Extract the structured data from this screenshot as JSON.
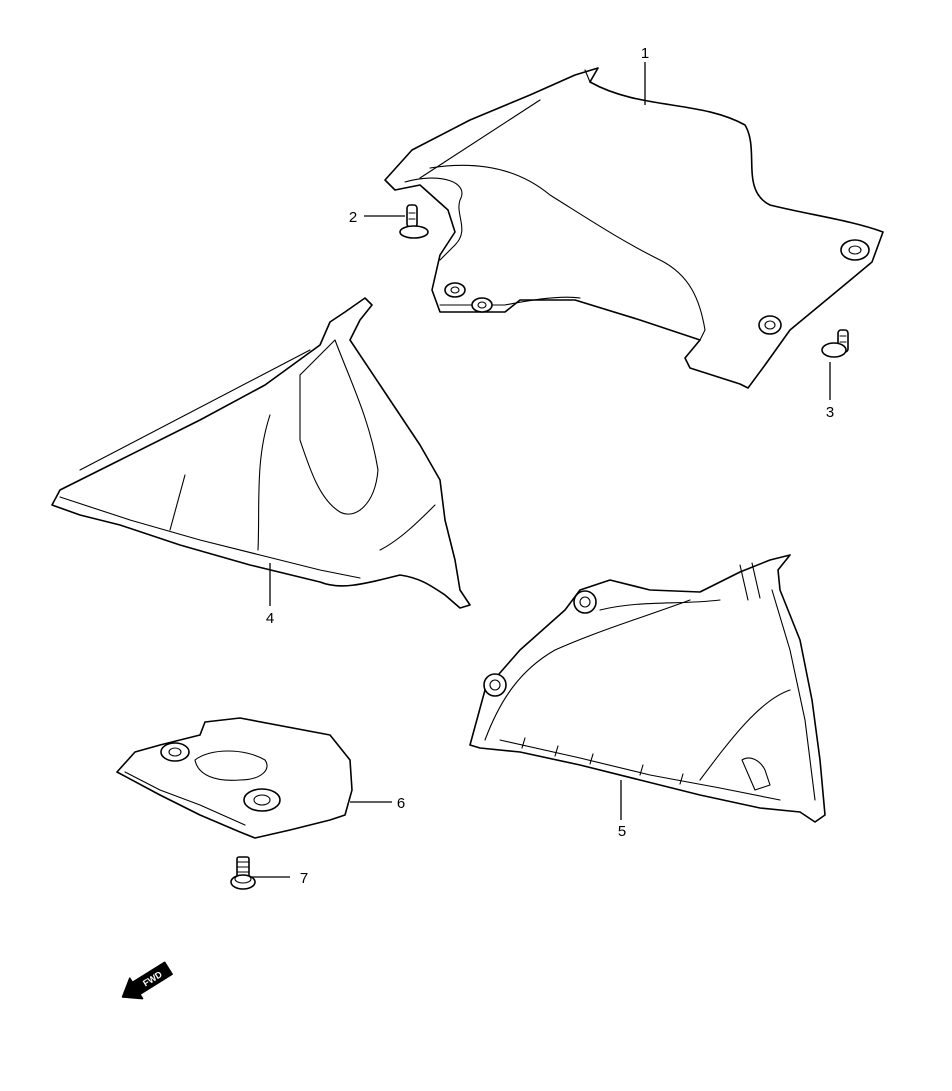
{
  "diagram": {
    "callouts": [
      {
        "id": "1",
        "label": "1"
      },
      {
        "id": "2",
        "label": "2"
      },
      {
        "id": "3",
        "label": "3"
      },
      {
        "id": "4",
        "label": "4"
      },
      {
        "id": "5",
        "label": "5"
      },
      {
        "id": "6",
        "label": "6"
      },
      {
        "id": "7",
        "label": "7"
      }
    ],
    "direction_indicator": {
      "label": "FWD",
      "icon": "fwd-arrow-icon"
    },
    "line_color": "#000000",
    "background_color": "#ffffff"
  }
}
